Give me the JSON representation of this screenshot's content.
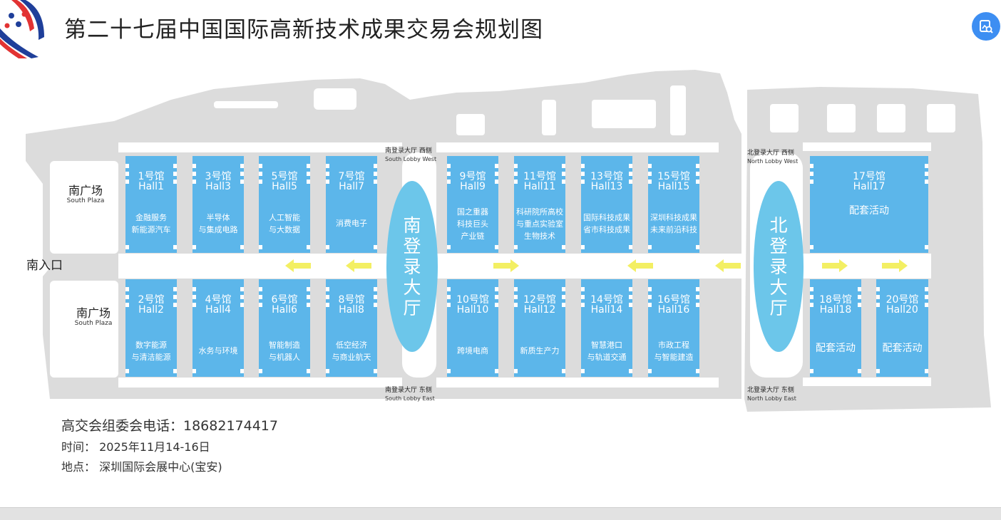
{
  "title": "第二十七届中国国际高新技术成果交易会规划图",
  "colors": {
    "hall": "#5cb6ea",
    "lobby": "#6cc6ea",
    "ground": "#dcdcdc",
    "arrow": "#f3ef63",
    "action": "#3d8ef2"
  },
  "icons": {
    "corner_action": "image-search-icon",
    "logo": "event-logo-icon"
  },
  "halls": [
    {
      "num": "1号馆",
      "eng": "Hall1",
      "desc": [
        "金融服务",
        "新能源汽车"
      ]
    },
    {
      "num": "3号馆",
      "eng": "Hall3",
      "desc": [
        "半导体",
        "与集成电路"
      ]
    },
    {
      "num": "5号馆",
      "eng": "Hall5",
      "desc": [
        "人工智能",
        "与大数据"
      ]
    },
    {
      "num": "7号馆",
      "eng": "Hall7",
      "desc": [
        "消费电子"
      ]
    },
    {
      "num": "9号馆",
      "eng": "Hall9",
      "desc": [
        "国之重器",
        "科技巨头",
        "产业链"
      ]
    },
    {
      "num": "11号馆",
      "eng": "Hall11",
      "desc": [
        "科研院所高校",
        "与重点实验室",
        "生物技术"
      ]
    },
    {
      "num": "13号馆",
      "eng": "Hall13",
      "desc": [
        "国际科技成果",
        "省市科技成果"
      ]
    },
    {
      "num": "15号馆",
      "eng": "Hall15",
      "desc": [
        "深圳科技成果",
        "未来前沿科技"
      ]
    },
    {
      "num": "17号馆",
      "eng": "Hall17",
      "desc": [
        "配套活动"
      ]
    },
    {
      "num": "2号馆",
      "eng": "Hall2",
      "desc": [
        "数字能源",
        "与清洁能源"
      ]
    },
    {
      "num": "4号馆",
      "eng": "Hall4",
      "desc": [
        "水务与环境"
      ]
    },
    {
      "num": "6号馆",
      "eng": "Hall6",
      "desc": [
        "智能制造",
        "与机器人"
      ]
    },
    {
      "num": "8号馆",
      "eng": "Hall8",
      "desc": [
        "低空经济",
        "与商业航天"
      ]
    },
    {
      "num": "10号馆",
      "eng": "Hall10",
      "desc": [
        "跨境电商"
      ]
    },
    {
      "num": "12号馆",
      "eng": "Hall12",
      "desc": [
        "新质生产力"
      ]
    },
    {
      "num": "14号馆",
      "eng": "Hall14",
      "desc": [
        "智慧港口",
        "与轨道交通"
      ]
    },
    {
      "num": "16号馆",
      "eng": "Hall16",
      "desc": [
        "市政工程",
        "与智能建造"
      ]
    },
    {
      "num": "18号馆",
      "eng": "Hall18",
      "desc": [
        "配套活动"
      ]
    },
    {
      "num": "20号馆",
      "eng": "Hall20",
      "desc": [
        "配套活动"
      ]
    }
  ],
  "lobbies": {
    "south": "南登录大厅",
    "north": "北登录大厅",
    "south_west": {
      "cn": "南登录大厅 西侧",
      "en": "South Lobby West"
    },
    "south_east": {
      "cn": "南登录大厅 东侧",
      "en": "South Lobby East"
    },
    "north_west": {
      "cn": "北登录大厅 西侧",
      "en": "North Lobby West"
    },
    "north_east": {
      "cn": "北登录大厅 东侧",
      "en": "North Lobby East"
    }
  },
  "plazas": [
    {
      "cn": "南广场",
      "en": "South Plaza"
    },
    {
      "cn": "南广场",
      "en": "South Plaza"
    }
  ],
  "entrance": "南入口",
  "arrows": [
    "left",
    "left",
    "right",
    "left",
    "left",
    "right",
    "right"
  ],
  "info": {
    "phone": "高交会组委会电话：18682174417",
    "time": "时间：  2025年11月14-16日",
    "place": "地点：  深圳国际会展中心(宝安)"
  }
}
